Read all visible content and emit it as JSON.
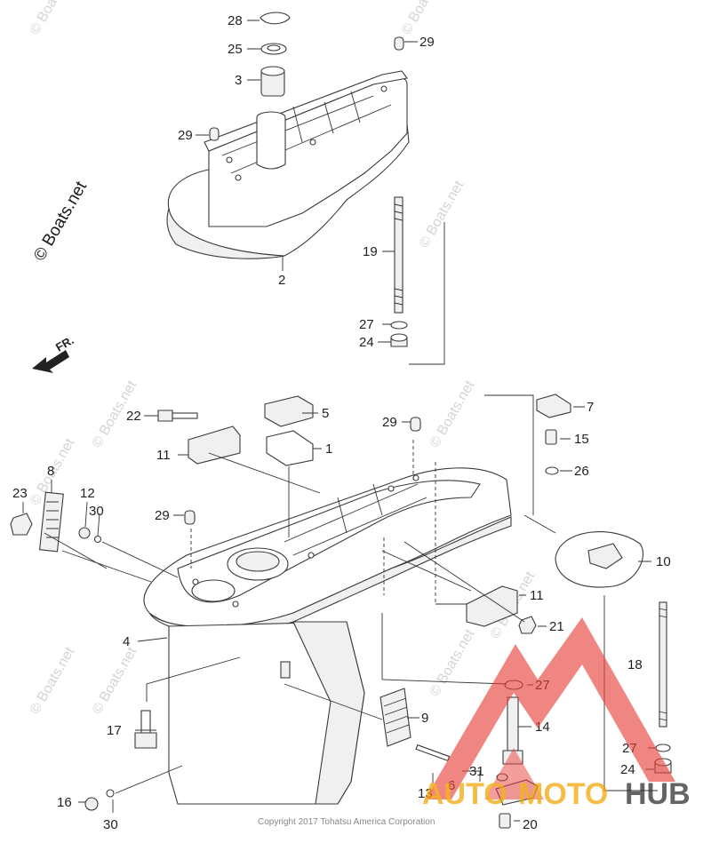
{
  "diagram": {
    "copyright": "Copyright 2017 Tohatsu America Corporation",
    "direction_label": "FR.",
    "watermark_main": "© Boats.net",
    "watermark_repeat": "© Boats.net",
    "logo": {
      "text_a": "AUTO",
      "text_b": "MOTO",
      "text_c": "HUB"
    },
    "callouts": {
      "c28": "28",
      "c25": "25",
      "c29a": "29",
      "c3": "3",
      "c29b": "29",
      "c2": "2",
      "c19": "19",
      "c27a": "27",
      "c24a": "24",
      "c22": "22",
      "c5": "5",
      "c7": "7",
      "c29c": "29",
      "c1": "1",
      "c11a": "11",
      "c15": "15",
      "c26": "26",
      "c8": "8",
      "c23": "23",
      "c12": "12",
      "c30a": "30",
      "c29d": "29",
      "c10": "10",
      "c11b": "11",
      "c21": "21",
      "c4": "4",
      "c18": "18",
      "c27b": "27",
      "c9": "9",
      "c17": "17",
      "c14": "14",
      "c27c": "27",
      "c24b": "24",
      "c31": "31",
      "c6": "6",
      "c13": "13",
      "c16": "16",
      "c30b": "30",
      "c20": "20"
    }
  }
}
